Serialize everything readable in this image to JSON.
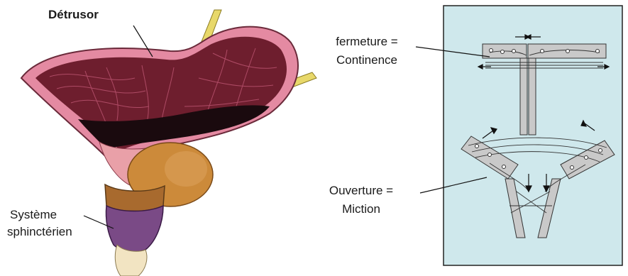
{
  "labels": {
    "detrusor": "Détrusor",
    "sphincter_line1": "Système",
    "sphincter_line2": "sphinctérien",
    "fermeture_line1": "fermeture =",
    "fermeture_line2": "Continence",
    "ouverture_line1": "Ouverture =",
    "ouverture_line2": "Miction"
  },
  "colors": {
    "panel_background": "#cfe8ec",
    "panel_border": "#222222",
    "bladder_wall": "#e48aa2",
    "bladder_muscle": "#6e1e2e",
    "bladder_lumen": "#1a0a0e",
    "prostate": "#cc8a3a",
    "sphincter_ring": "#a86a2e",
    "sphincter_system": "#7a4a86",
    "urethra": "#f2e4c2",
    "ureter": "#e8d86a",
    "model_plate": "#c9c9c9"
  }
}
